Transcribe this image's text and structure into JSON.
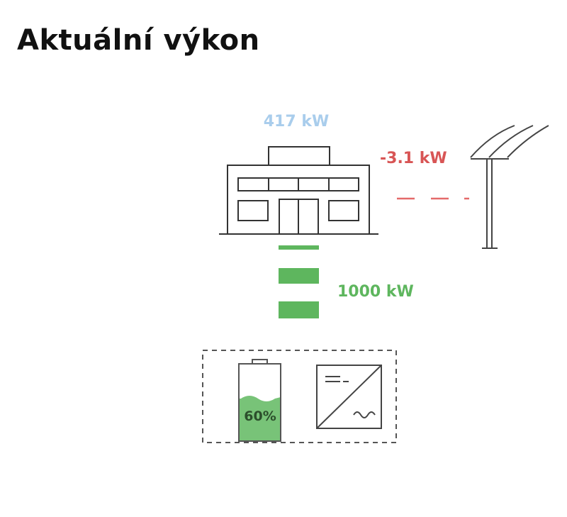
{
  "header": {
    "title": "Aktuální výkon"
  },
  "diagram": {
    "building": {
      "power_label": "417 kW"
    },
    "grid": {
      "power_label": "-3.1 kW"
    },
    "storage": {
      "power_label": "1000 kW",
      "battery_label": "60%",
      "battery_level": 0.6
    }
  },
  "colors": {
    "building_power": "#a9cdec",
    "grid_power": "#d85555",
    "storage_power": "#5eb65e",
    "battery_fill": "#78c378",
    "line": "#333333",
    "title": "#111111"
  },
  "icons": {
    "building": "building-icon",
    "power_pole": "power-pole-icon",
    "battery": "battery-icon",
    "inverter": "inverter-icon"
  }
}
